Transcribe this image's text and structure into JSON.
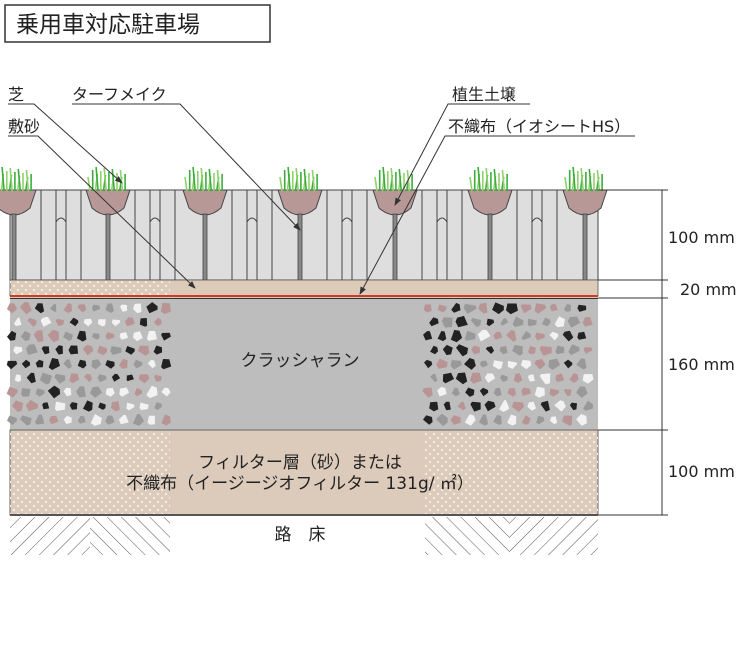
{
  "title": "乗用車対応駐車場",
  "labels": {
    "turf": "芝",
    "turfmake": "ターフメイク",
    "soil": "植生土壌",
    "sand": "敷砂",
    "nonwoven": "不織布（イオシートHS）"
  },
  "layers": {
    "crusher_run": "クラッシャラン",
    "filter_line1": "フィルター層（砂）または",
    "filter_line2": "不織布（イージージオフィルター 131g/ ㎡）",
    "subgrade": "路　床"
  },
  "dimensions": [
    "100 mm",
    "20 mm",
    "160 mm",
    "100 mm"
  ],
  "colors": {
    "block": "#dedede",
    "soil": "#b89896",
    "sand": "#dccbb8",
    "crusher": "#bdbdbd",
    "filter": "#dccbbb",
    "grass": "#3aae3a",
    "red_sheet": "#d23a1e"
  }
}
